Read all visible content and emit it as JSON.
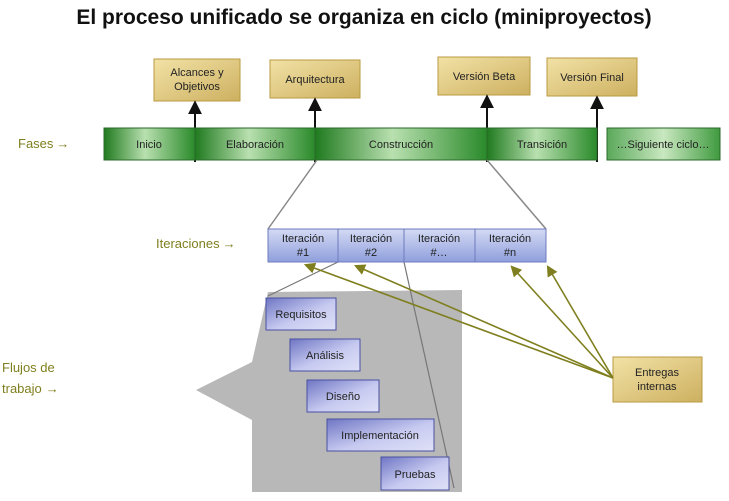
{
  "title": "El proceso unificado se organiza en ciclo (miniproyectos)",
  "milestones": {
    "m1": "Alcances y|Objetivos",
    "m2": "Arquitectura",
    "m3": "Versión Beta",
    "m4": "Versión Final"
  },
  "labels": {
    "fases": "Fases",
    "iteraciones": "Iteraciones",
    "flujos_line1": "Flujos de",
    "flujos_line2": "trabajo",
    "arrow": "→"
  },
  "phases": {
    "inicio": "Inicio",
    "elaboracion": "Elaboración",
    "construccion": "Construcción",
    "transicion": "Transición",
    "siguiente": "…Siguiente ciclo…"
  },
  "iterations": {
    "i1": "Iteración|#1",
    "i2": "Iteración|#2",
    "i3": "Iteración|#…",
    "i4": "Iteración|#n"
  },
  "workflows": {
    "requisitos": "Requisitos",
    "analisis": "Análisis",
    "diseno": "Diseño",
    "implementacion": "Implementación",
    "pruebas": "Pruebas"
  },
  "entregas": "Entregas|internas",
  "colors": {
    "olive": "#7f7f1f",
    "green_dark": "#2a7a2a",
    "green_light": "#c8e6c0",
    "milestone": "#e6cf84",
    "iteration": "#a9b5e6",
    "workflow": "#9a9fd6",
    "gray_panel": "#b8b8b8"
  }
}
